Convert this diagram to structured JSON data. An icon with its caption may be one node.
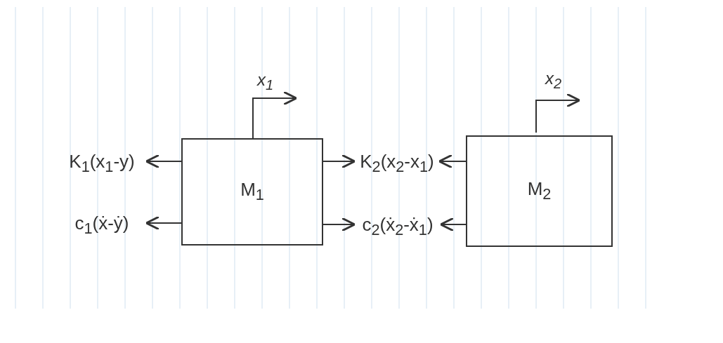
{
  "diagram": {
    "nodes": [
      {
        "text": [
          "M$_{1}$"
        ]
      },
      {
        "text": [
          "M$_{2}$"
        ]
      },
      {
        "text": [
          "K$_{1}$(x$_{1}$-y)"
        ]
      },
      {
        "text": [
          "c$_{1}$(ẋ-ẏ)"
        ]
      },
      {
        "text": [
          "K$_{2}$(x$_{2}$-x$_{1}$)"
        ]
      },
      {
        "text": [
          "c$_{2}$(ẋ$_{2}$-ẋ$_{1}$)"
        ]
      }
    ],
    "edges": [
      {
        "from": 0,
        "to": 2,
        "arrow": "to"
      },
      {
        "from": 0,
        "to": 3,
        "arrow": "to"
      },
      {
        "from": 0,
        "to": 4,
        "arrow": "to"
      },
      {
        "from": 1,
        "to": 4,
        "arrow": "to"
      },
      {
        "from": 0,
        "to": 5,
        "arrow": "to"
      },
      {
        "from": 1,
        "to": 5,
        "arrow": "to"
      }
    ],
    "labels": [
      "x$_{1}$",
      "x$_{2}$"
    ]
  }
}
